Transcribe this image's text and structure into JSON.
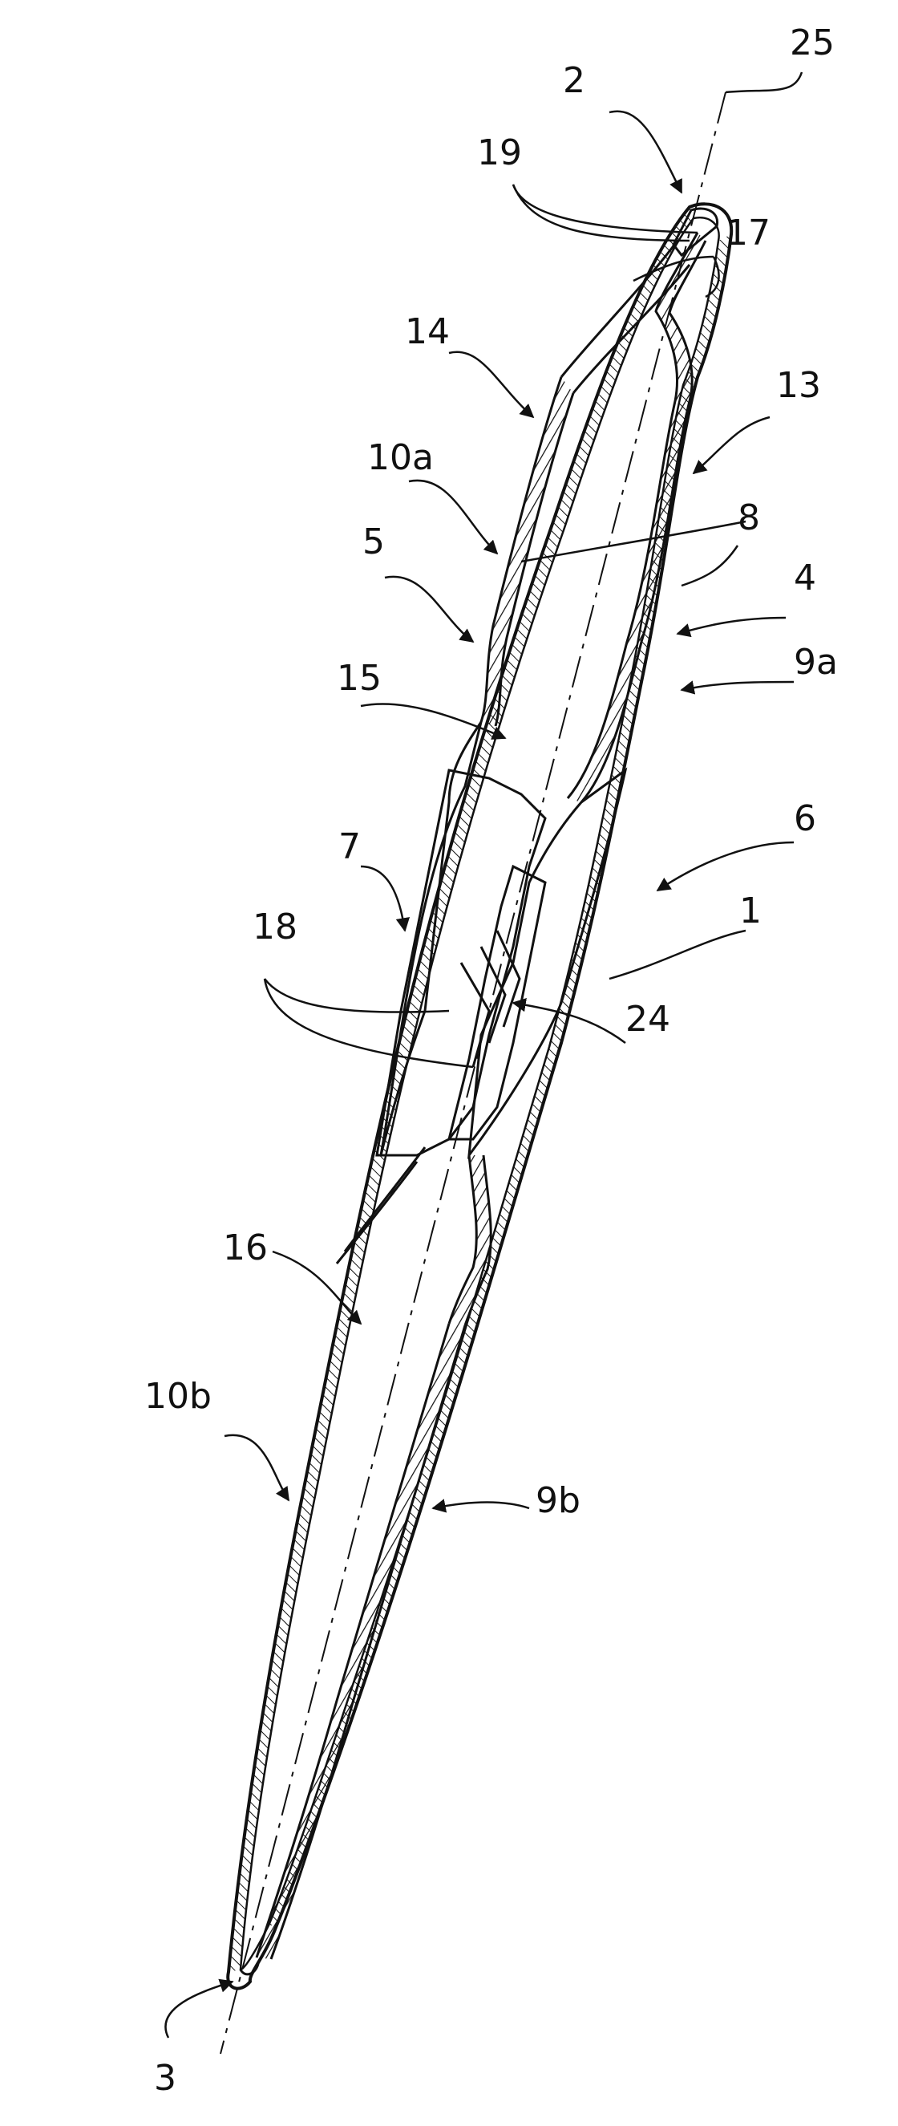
{
  "reference_numerals": {
    "n1": "1",
    "n2": "2",
    "n3": "3",
    "n4": "4",
    "n5": "5",
    "n6": "6",
    "n7": "7",
    "n8": "8",
    "n9a": "9a",
    "n9b": "9b",
    "n10a": "10a",
    "n10b": "10b",
    "n13": "13",
    "n14": "14",
    "n15": "15",
    "n16": "16",
    "n17": "17",
    "n18": "18",
    "n19": "19",
    "n24": "24",
    "n25": "25"
  },
  "colors": {
    "ink": "#111111",
    "background": "#ffffff"
  }
}
